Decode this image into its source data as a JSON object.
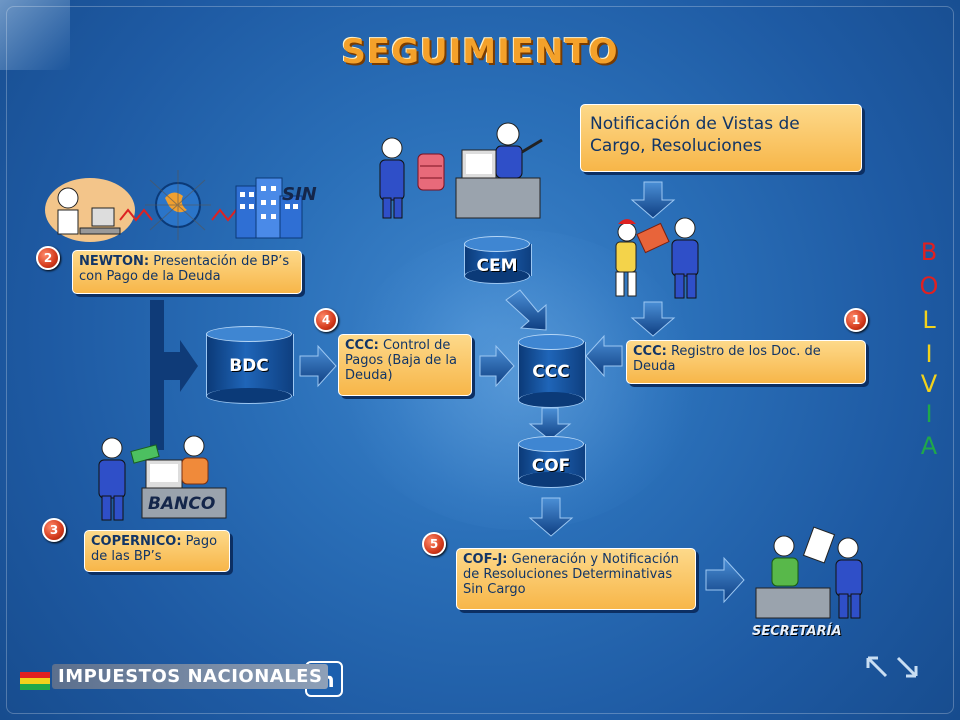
{
  "title": "SEGUIMIENTO",
  "side_word": [
    "B",
    "O",
    "L",
    "I",
    "V",
    "I",
    "A"
  ],
  "side_colors": [
    "#e02020",
    "#e02020",
    "#f2d21c",
    "#f2d21c",
    "#f2d21c",
    "#1fa84a",
    "#1fa84a"
  ],
  "boxes": {
    "notificacion": "Notificación de Vistas de Cargo, Resoluciones",
    "newton_bold": "NEWTON:",
    "newton_text": " Presentación de BP’s con Pago de la Deuda",
    "ccc_control_bold": "CCC:",
    "ccc_control_text": " Control de Pagos (Baja de la Deuda)",
    "ccc_registro_bold": "CCC:",
    "ccc_registro_text": " Registro de los Doc. de Deuda",
    "copernico_bold": "COPERNICO:",
    "copernico_text": " Pago de las BP’s",
    "cofj_bold": "COF-J:",
    "cofj_text": " Generación y Notificación de Resoluciones Determinativas Sin Cargo"
  },
  "badges": {
    "b1": "1",
    "b2": "2",
    "b3": "3",
    "b4": "4",
    "b5": "5"
  },
  "databases": {
    "bdc": "BDC",
    "cem": "CEM",
    "ccc": "CCC",
    "cof": "COF"
  },
  "labels": {
    "sin": "SIN",
    "banco": "BANCO",
    "secretaria": "SECRETARÍA"
  },
  "footer": {
    "org": "IMPUESTOS NACIONALES"
  },
  "colors": {
    "accent": "#f4a12a",
    "box": "#f7b649",
    "arrow": "#1b5fae",
    "background": "#2a6fb8"
  }
}
